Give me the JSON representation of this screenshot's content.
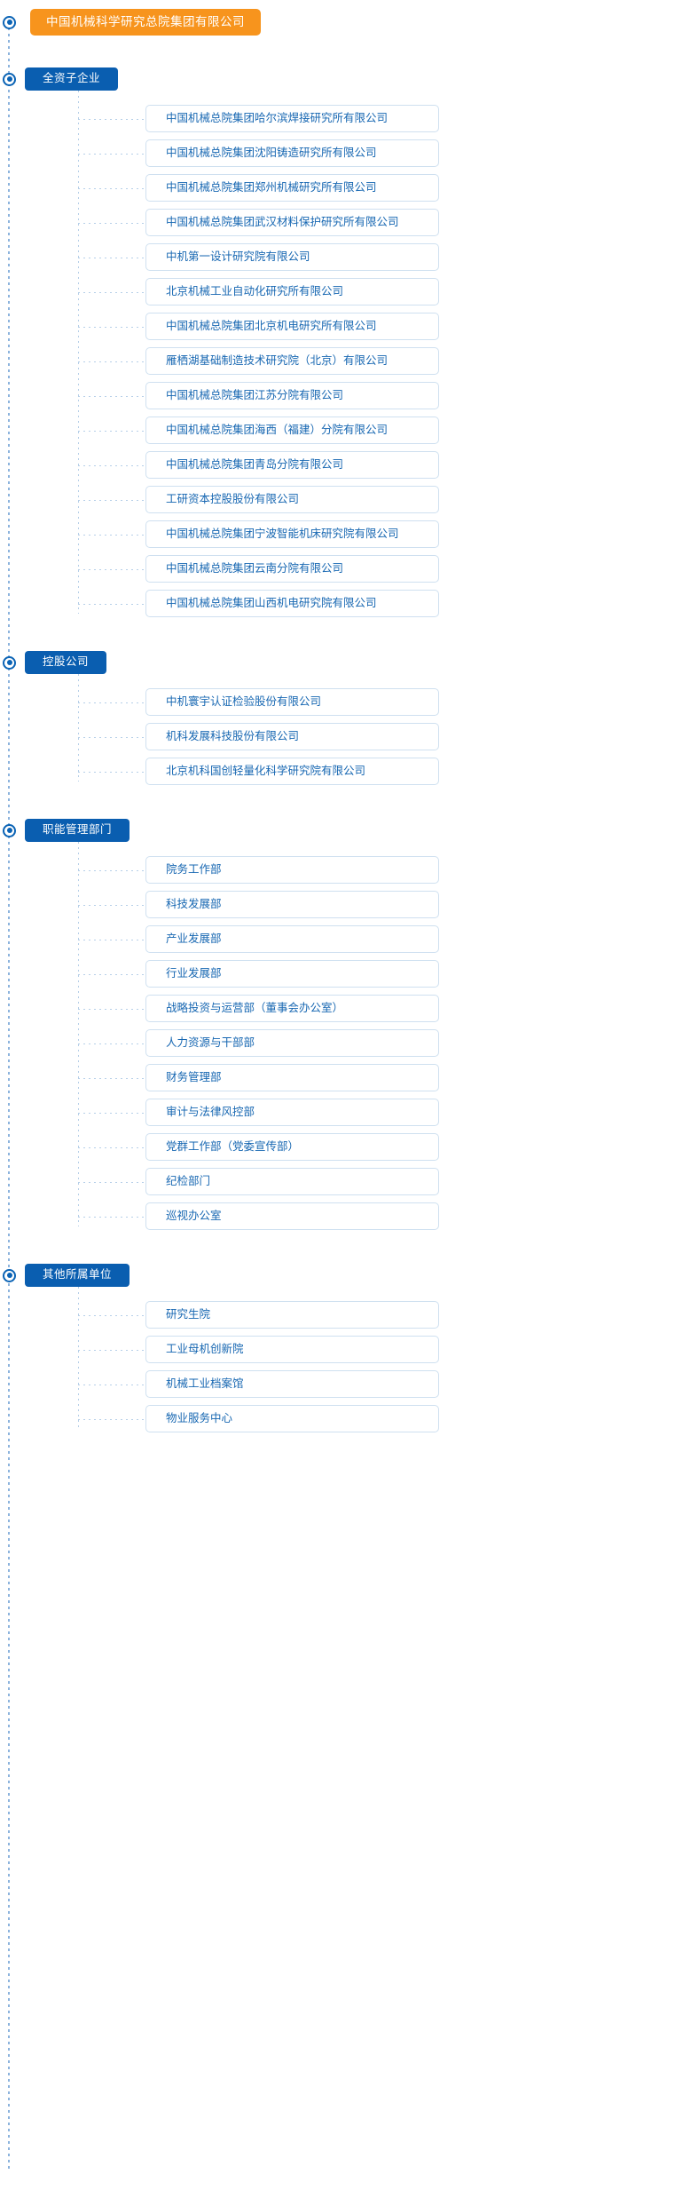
{
  "root": {
    "label": "中国机械科学研究总院集团有限公司",
    "color": "#f7941d",
    "icon": "node-dot-icon"
  },
  "theme": {
    "root_color": "#f7941d",
    "section_color": "#0a5eb0",
    "item_text_color": "#1767b2",
    "item_border_color": "#cfe0f0",
    "connector_color": "#b6cfe8"
  },
  "sections": [
    {
      "label": "全资子企业",
      "items": [
        "中国机械总院集团哈尔滨焊接研究所有限公司",
        "中国机械总院集团沈阳铸造研究所有限公司",
        "中国机械总院集团郑州机械研究所有限公司",
        "中国机械总院集团武汉材料保护研究所有限公司",
        "中机第一设计研究院有限公司",
        "北京机械工业自动化研究所有限公司",
        "中国机械总院集团北京机电研究所有限公司",
        "雁栖湖基础制造技术研究院（北京）有限公司",
        "中国机械总院集团江苏分院有限公司",
        "中国机械总院集团海西（福建）分院有限公司",
        "中国机械总院集团青岛分院有限公司",
        "工研资本控股股份有限公司",
        "中国机械总院集团宁波智能机床研究院有限公司",
        "中国机械总院集团云南分院有限公司",
        "中国机械总院集团山西机电研究院有限公司"
      ]
    },
    {
      "label": "控股公司",
      "items": [
        "中机寰宇认证检验股份有限公司",
        "机科发展科技股份有限公司",
        "北京机科国创轻量化科学研究院有限公司"
      ]
    },
    {
      "label": "职能管理部门",
      "items": [
        "院务工作部",
        "科技发展部",
        "产业发展部",
        "行业发展部",
        "战略投资与运营部（董事会办公室）",
        "人力资源与干部部",
        "财务管理部",
        "审计与法律风控部",
        "党群工作部（党委宣传部）",
        "纪检部门",
        "巡视办公室"
      ]
    },
    {
      "label": "其他所属单位",
      "items": [
        "研究生院",
        "工业母机创新院",
        "机械工业档案馆",
        "物业服务中心"
      ]
    }
  ]
}
